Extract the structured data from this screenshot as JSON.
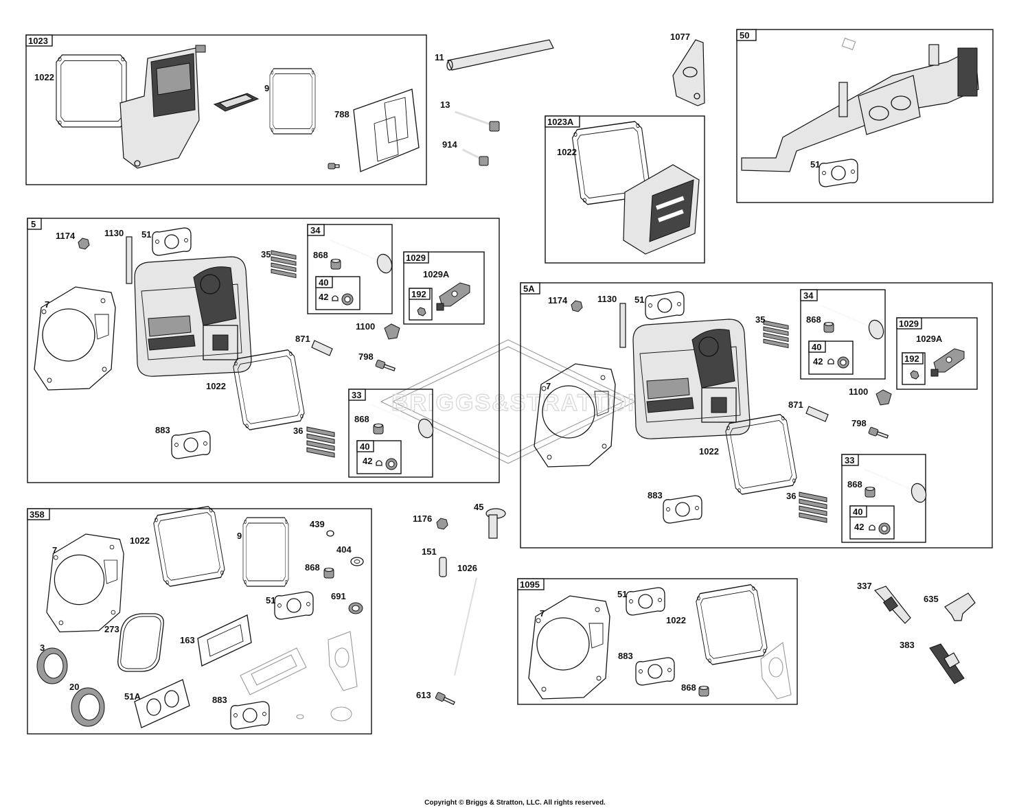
{
  "watermark": "BRIGGS&STRATTON",
  "copyright": "Copyright © Briggs & Stratton, LLC. All rights reserved.",
  "boxes": {
    "b1023": "1023",
    "b1023a": "1023A",
    "b50": "50",
    "b5": "5",
    "b5_34": "34",
    "b5_34_40": "40",
    "b5_1029": "1029",
    "b5_1029_192": "192",
    "b5_33": "33",
    "b5_33_40": "40",
    "b5a": "5A",
    "b5a_34": "34",
    "b5a_34_40": "40",
    "b5a_1029": "1029",
    "b5a_1029_192": "192",
    "b5a_33": "33",
    "b5a_33_40": "40",
    "b358": "358",
    "b1095": "1095"
  },
  "labels": {
    "l1022_1023": "1022",
    "l9_1023": "9",
    "l788": "788",
    "l11": "11",
    "l13": "13",
    "l914": "914",
    "l1077": "1077",
    "l1022_1023a": "1022",
    "l51_50": "51",
    "l1174_5": "1174",
    "l1130_5": "1130",
    "l51_5": "51",
    "l7_5": "7",
    "l35_5": "35",
    "l868_5_34": "868",
    "l42_5_34": "42",
    "l1029a_5": "1029A",
    "l1100_5": "1100",
    "l871_5": "871",
    "l798_5": "798",
    "l1022_5": "1022",
    "l883_5": "883",
    "l36_5": "36",
    "l868_5_33": "868",
    "l42_5_33": "42",
    "l1174_5a": "1174",
    "l1130_5a": "1130",
    "l51_5a": "51",
    "l35_5a": "35",
    "l868_5a_34": "868",
    "l42_5a_34": "42",
    "l1029a_5a": "1029A",
    "l7_5a": "7",
    "l1100_5a": "1100",
    "l871_5a": "871",
    "l798_5a": "798",
    "l1022_5a": "1022",
    "l883_5a": "883",
    "l36_5a": "36",
    "l868_5a_33": "868",
    "l42_5a_33": "42",
    "l7_358": "7",
    "l1022_358": "1022",
    "l9_358": "9",
    "l439": "439",
    "l404": "404",
    "l868_358": "868",
    "l691": "691",
    "l51_358": "51",
    "l273": "273",
    "l163": "163",
    "l3": "3",
    "l20": "20",
    "l51a": "51A",
    "l883_358": "883",
    "l1176": "1176",
    "l45": "45",
    "l151": "151",
    "l1026": "1026",
    "l613": "613",
    "l7_1095": "7",
    "l51_1095": "51",
    "l1022_1095": "1022",
    "l883_1095": "883",
    "l868_1095": "868",
    "l337": "337",
    "l635": "635",
    "l383": "383"
  }
}
